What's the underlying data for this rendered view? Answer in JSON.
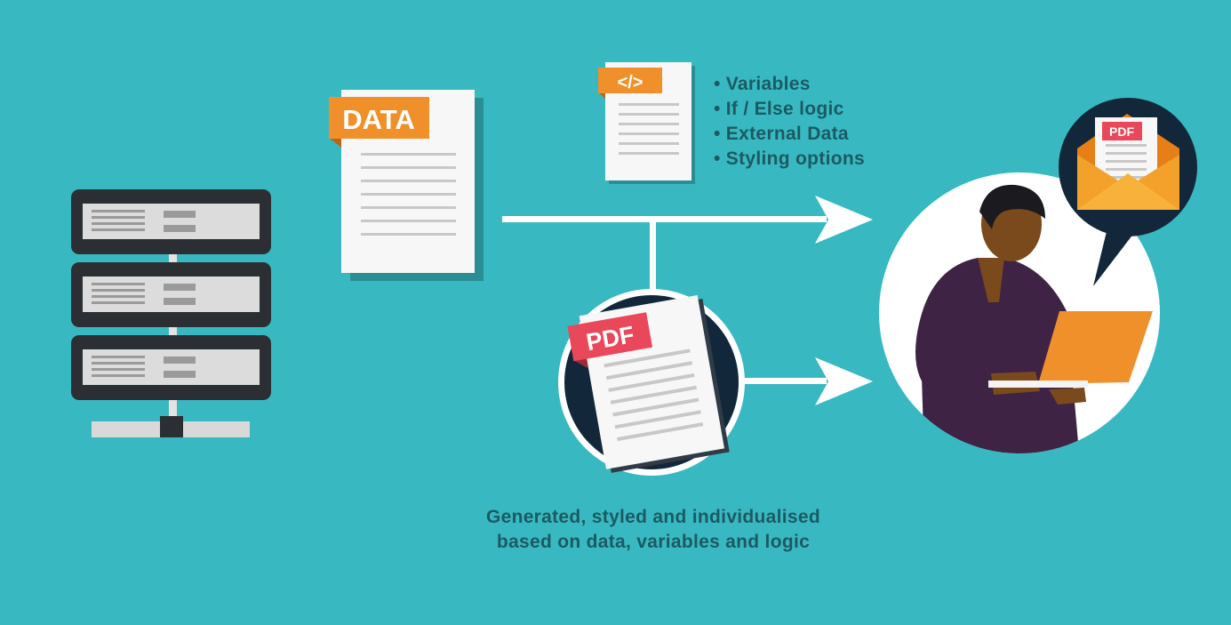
{
  "data_doc": {
    "tag": "DATA"
  },
  "template_doc": {
    "tag": "</>"
  },
  "features": [
    "• Variables",
    "• If / Else logic",
    "• External Data",
    "• Styling options"
  ],
  "pdf_doc": {
    "tag": "PDF"
  },
  "email_doc": {
    "tag": "PDF"
  },
  "caption": {
    "line1": "Generated, styled and individualised",
    "line2": "based on data, variables and logic"
  },
  "colors": {
    "background": "#38b9c1",
    "accent_orange": "#f0902a",
    "pdf_red": "#e9475a",
    "navy": "#12283a",
    "server_dark": "#2b2f33"
  }
}
